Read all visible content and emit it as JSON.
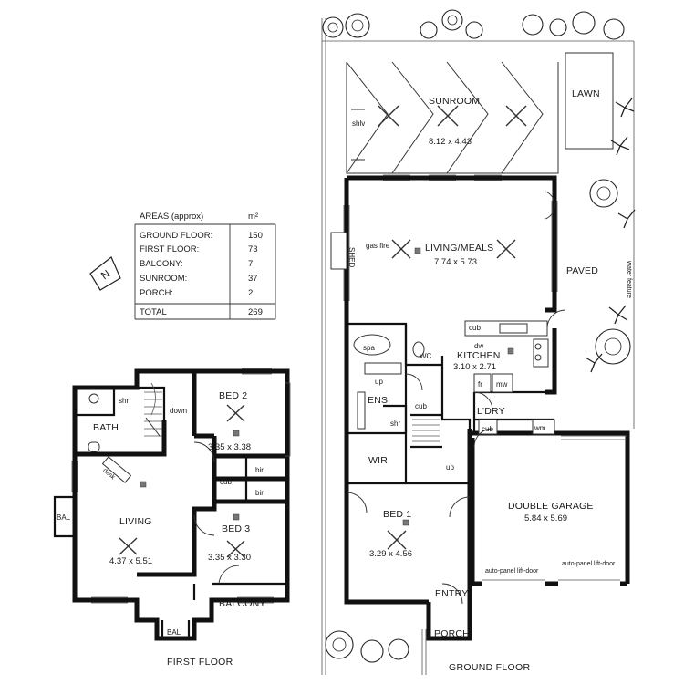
{
  "areas_table": {
    "title": "AREAS (approx)",
    "unit": "m²",
    "rows": [
      {
        "label": "GROUND FLOOR:",
        "value": "150"
      },
      {
        "label": "FIRST FLOOR:",
        "value": "73"
      },
      {
        "label": "BALCONY:",
        "value": "7"
      },
      {
        "label": "SUNROOM:",
        "value": "37"
      },
      {
        "label": "PORCH:",
        "value": "2"
      }
    ],
    "total_label": "TOTAL",
    "total_value": "269"
  },
  "north_symbol": "N",
  "first_floor": {
    "title": "FIRST FLOOR",
    "rooms": {
      "bed2": {
        "name": "BED 2",
        "dims": "3.35 x 3.38"
      },
      "bed3": {
        "name": "BED 3",
        "dims": "3.35 x 3.30"
      },
      "living": {
        "name": "LIVING",
        "dims": "4.37 x 5.51"
      },
      "bath": {
        "name": "BATH"
      },
      "balcony": {
        "name": "BALCONY"
      }
    },
    "labels": {
      "shr": "shr",
      "down": "down",
      "desk": "desk",
      "cub": "cub",
      "bir1": "bir",
      "bir2": "bir",
      "bal_left": "BAL",
      "bal_bottom": "BAL"
    }
  },
  "ground_floor": {
    "title": "GROUND FLOOR",
    "rooms": {
      "sunroom": {
        "name": "SUNROOM",
        "dims": "8.12 x 4.43"
      },
      "living_meals": {
        "name": "LIVING/MEALS",
        "dims": "7.74 x 5.73"
      },
      "kitchen": {
        "name": "KITCHEN",
        "dims": "3.10 x 2.71"
      },
      "bed1": {
        "name": "BED 1",
        "dims": "3.29 x 4.56"
      },
      "double_garage": {
        "name": "DOUBLE GARAGE",
        "dims": "5.84 x 5.69"
      },
      "ens": {
        "name": "ENS"
      },
      "wir": {
        "name": "WIR"
      },
      "ldry": {
        "name": "L'DRY"
      },
      "entry": {
        "name": "ENTRY"
      },
      "porch": {
        "name": "PORCH"
      },
      "wc": {
        "name": "WC"
      }
    },
    "labels": {
      "lawn": "LAWN",
      "paved": "PAVED",
      "water_feature": "water feature",
      "shed": "SHED",
      "shlv": "shlv",
      "gas_fire": "gas fire",
      "spa": "spa",
      "up_ens": "up",
      "up_stair": "up",
      "shr": "shr",
      "cub_ens": "cub",
      "cub_kitchen": "cub",
      "cub_ldry": "cub",
      "dw": "dw",
      "fr": "fr",
      "mw": "mw",
      "wm": "wm",
      "auto_door_1": "auto-panel lift-door",
      "auto_door_2": "auto-panel lift-door"
    }
  }
}
